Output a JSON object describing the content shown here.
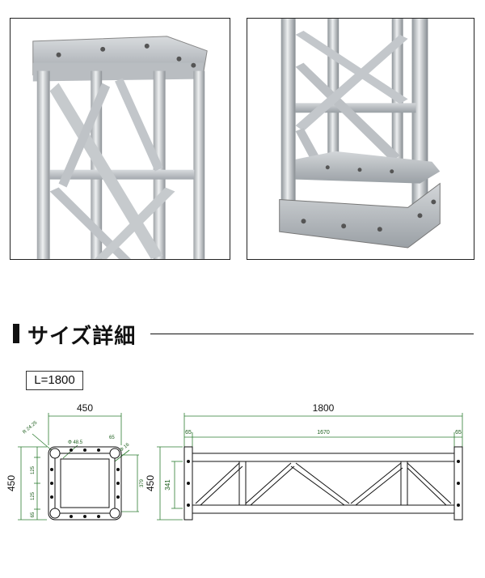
{
  "photos": {
    "left": {
      "icon": "truss-top-end-photo"
    },
    "right": {
      "icon": "truss-bottom-end-photo"
    }
  },
  "section": {
    "title": "サイズ詳細"
  },
  "length_label": "L=1800",
  "cross_section": {
    "width": "450",
    "height": "450",
    "radius": "R 24.25",
    "pipe_dia": "Φ 48.5",
    "hole_dia": "Φ 16",
    "edge_top": "65",
    "spacing_a": "125",
    "spacing_b": "125",
    "edge_bottom": "65",
    "inner": "379"
  },
  "side_view": {
    "length": "1800",
    "left_edge": "65",
    "middle": "1670",
    "right_edge": "65",
    "height": "450",
    "inner_height": "341"
  },
  "colors": {
    "metal": "#c9cccf",
    "dimension_green": "#2e7d32",
    "line": "#111111"
  }
}
